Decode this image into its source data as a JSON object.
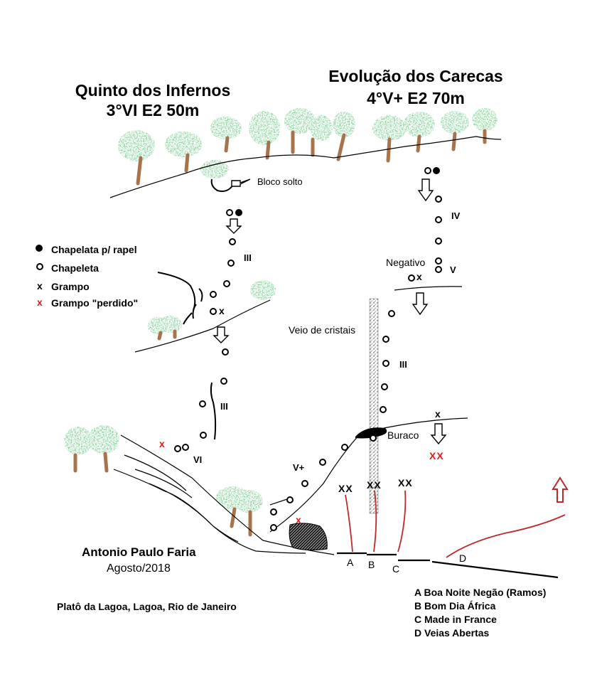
{
  "routes": [
    {
      "name": "Quinto dos Infernos",
      "grade": "3°VI E2 50m"
    },
    {
      "name": "Evolução dos Carecas",
      "grade": "4°V+ E2 70m"
    }
  ],
  "legend": [
    {
      "symbol": "filled-dot",
      "label": "Chapelata p/ rapel"
    },
    {
      "symbol": "ring",
      "label": "Chapeleta"
    },
    {
      "symbol": "x",
      "label": "Grampo",
      "color": "#000000"
    },
    {
      "symbol": "x",
      "label": "Grampo \"perdido\"",
      "color": "#e31919"
    }
  ],
  "labels": {
    "bloco_solto": "Bloco solto",
    "negativo": "Negativo",
    "veio": "Veio de cristais",
    "buraco": "Buraco"
  },
  "grades": {
    "g1": "III",
    "g2": "III",
    "g3": "VI",
    "g4": "IV",
    "g5": "V",
    "g6": "III",
    "g7": "V+"
  },
  "marks": {
    "x": "x",
    "xx": "XX"
  },
  "starts": {
    "a": "A",
    "b": "B",
    "c": "C",
    "d": "D"
  },
  "start_list": [
    "A Boa Noite Negão (Ramos)",
    "B Bom Dia África",
    "C Made in France",
    "D Veias Abertas"
  ],
  "author": {
    "name": "Antonio Paulo Faria",
    "date": "Agosto/2018"
  },
  "location": "Platô da Lagoa, Lagoa, Rio de Janeiro",
  "colors": {
    "route_red": "#c0282a",
    "grampo_perdido": "#e31919",
    "tree_green": "#4caf50",
    "trunk": "#a8734a",
    "vein": "#8a8a8a"
  }
}
